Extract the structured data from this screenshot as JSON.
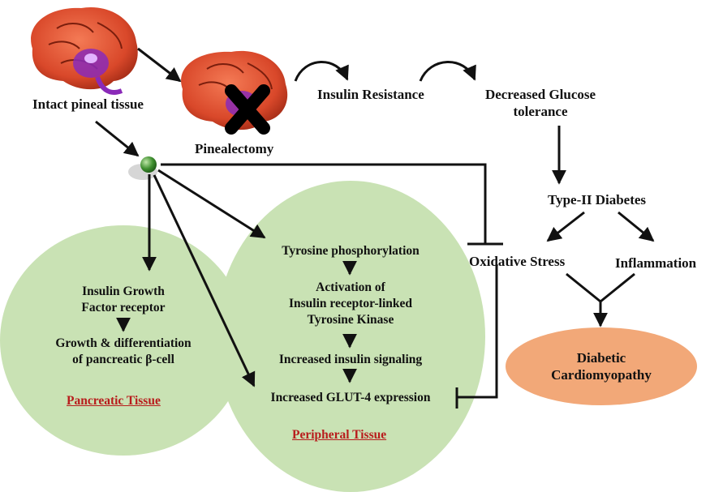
{
  "brain_top": {
    "label": "Intact pineal tissue"
  },
  "brain_right": {
    "label": "Pinealectomy"
  },
  "flow": {
    "insulin_resistance": "Insulin Resistance",
    "decreased_glucose": [
      "Decreased Glucose",
      "tolerance"
    ],
    "type2": "Type-II Diabetes",
    "oxidative": "Oxidative Stress",
    "inflammation": "Inflammation",
    "cardio": [
      "Diabetic",
      "Cardiomyopathy"
    ]
  },
  "pancreatic": {
    "line1": [
      "Insulin Growth",
      "Factor receptor"
    ],
    "line2": [
      "Growth & differentiation",
      "of pancreatic β-cell"
    ],
    "title": "Pancreatic Tissue"
  },
  "peripheral": {
    "step1": "Tyrosine phosphorylation",
    "step2": [
      "Activation of",
      "Insulin receptor-linked",
      "Tyrosine Kinase"
    ],
    "step3": "Increased insulin signaling",
    "step4": "Increased GLUT-4 expression",
    "title": "Peripheral Tissue"
  },
  "colors": {
    "tissue_fill": "#c9e2b4",
    "cardio_fill": "#f2a878",
    "pineal_dot": "#2e7d32",
    "link_red": "#b81c1c",
    "brain": "#d9482a"
  }
}
